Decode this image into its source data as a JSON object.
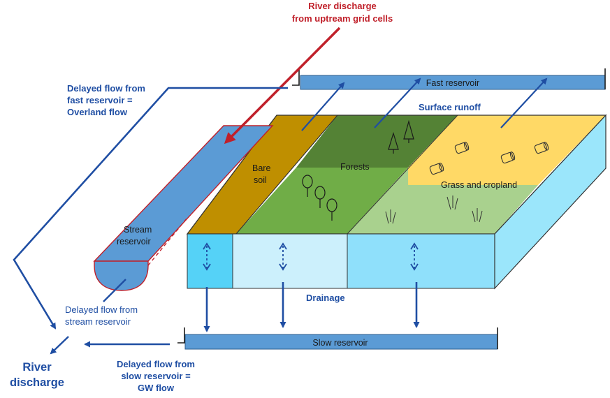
{
  "labels": {
    "river_discharge_upstream_line1": "River discharge",
    "river_discharge_upstream_line2": "from uptream grid cells",
    "fast_reservoir": "Fast reservoir",
    "surface_runoff": "Surface runoff",
    "overland_line1": "Delayed flow from",
    "overland_line2": "fast reservoir =",
    "overland_line3": "Overland flow",
    "stream_reservoir_line1": "Stream",
    "stream_reservoir_line2": "reservoir",
    "bare_soil_line1": "Bare",
    "bare_soil_line2": "soil",
    "forests": "Forests",
    "grass_cropland": "Grass and cropland",
    "drainage": "Drainage",
    "stream_flow_line1": "Delayed flow from",
    "stream_flow_line2": "stream  reservoir",
    "slow_reservoir": "Slow reservoir",
    "gw_line1": "Delayed flow from",
    "gw_line2": "slow reservoir =",
    "gw_line3": "GW flow",
    "river_out_line1": "River",
    "river_out_line2": "discharge"
  },
  "colors": {
    "upstream_red": "#c0202a",
    "flow_blue": "#1f4ea3",
    "reservoir_blue": "#5b9bd5",
    "bare_soil": "#bf8f00",
    "forest_dark": "#548235",
    "forest_light": "#70ad47",
    "grass_yellow": "#ffd966",
    "grass_green": "#a9d18e",
    "soil_cyan": "#9be0f7"
  }
}
